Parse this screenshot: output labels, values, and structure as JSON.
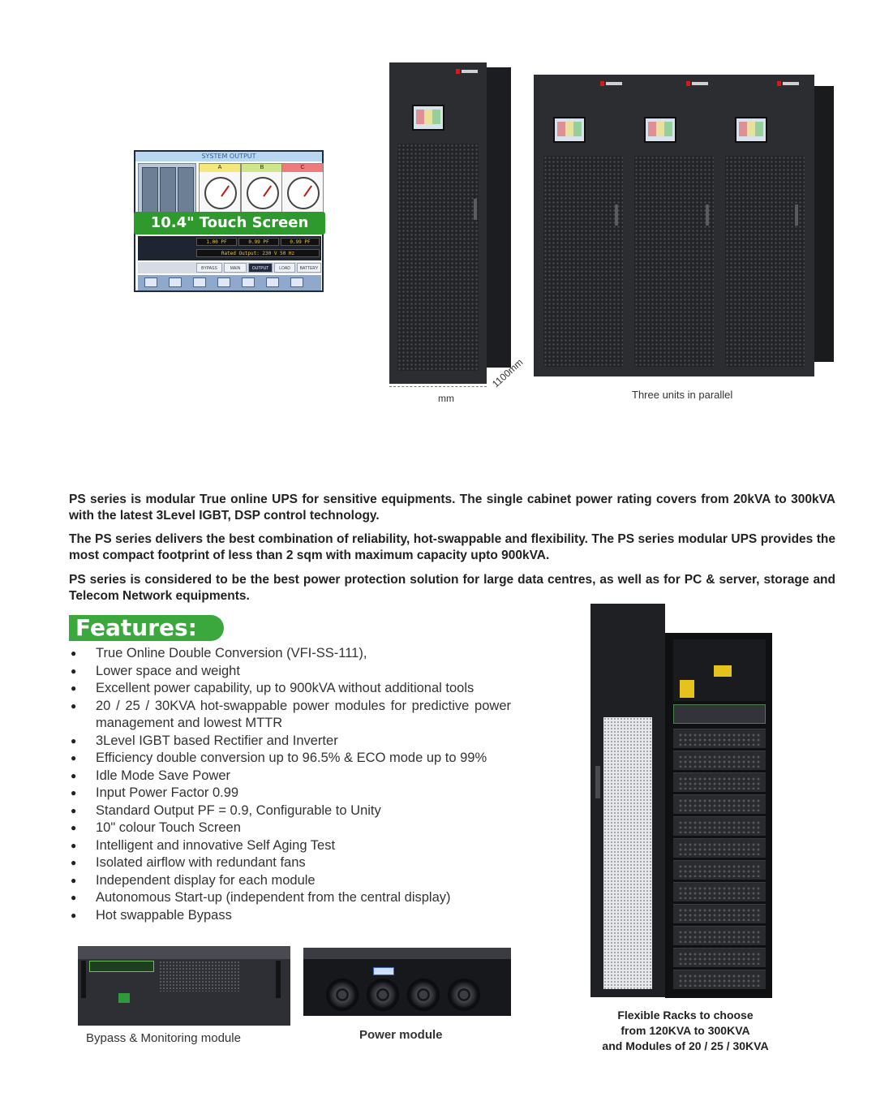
{
  "touch_screen": {
    "title": "SYSTEM OUTPUT",
    "phases": [
      "A",
      "B",
      "C"
    ],
    "banner": "10.4\" Touch Screen",
    "pf_values": [
      "1.00  PF",
      "0.99  PF",
      "0.99  PF"
    ],
    "rated_output": "Rated Output:   230  V      50  Hz",
    "tabs": [
      "BYPASS",
      "MAIN",
      "OUTPUT",
      "LOAD",
      "BATTERY"
    ],
    "selected_tab": "OUTPUT",
    "colors": {
      "phase_a": "#f4e87a",
      "phase_b": "#cfe58a",
      "phase_c": "#ee7b7b",
      "banner": "#2e9a2e"
    }
  },
  "cabinets": {
    "single_dim_width": "mm",
    "single_dim_depth": "1100mm",
    "parallel_caption": "Three units in parallel"
  },
  "paragraphs": [
    "PS series is modular True online UPS for sensitive equipments. The single cabinet power rating covers from 20kVA to 300kVA with the latest 3Level IGBT, DSP control technology.",
    "The PS series delivers the best combination of reliability, hot-swappable and flexibility. The PS series modular UPS provides the most compact footprint of less than 2 sqm with maximum capacity upto 900kVA.",
    "PS series is considered to be the best power protection solution for large data centres, as well as for PC & server, storage and Telecom Network equipments."
  ],
  "features": {
    "heading": "Features:",
    "items": [
      "True Online Double Conversion (VFI-SS-111),",
      "Lower space and weight",
      "Excellent power capability, up to 900kVA without additional tools",
      "20 / 25 / 30KVA hot-swappable power modules for predictive power management and lowest MTTR",
      "3Level IGBT based Rectifier and Inverter",
      "Efficiency double conversion up to 96.5%  & ECO mode up to 99%",
      "Idle Mode Save Power",
      "Input Power Factor 0.99",
      "Standard Output PF = 0.9,  Configurable to Unity",
      "10\" colour Touch Screen",
      "Intelligent and innovative Self Aging Test",
      "Isolated airflow with redundant fans",
      "Independent display for each module",
      "Autonomous Start-up (independent from the central display)",
      "Hot swappable Bypass"
    ],
    "accent_color": "#3aa83c"
  },
  "modules": {
    "bypass_caption": "Bypass & Monitoring module",
    "power_caption": "Power module"
  },
  "rack": {
    "caption_lines": [
      "Flexible Racks to choose",
      "from 120KVA to 300KVA",
      "and Modules of 20 / 25 / 30KVA"
    ]
  }
}
